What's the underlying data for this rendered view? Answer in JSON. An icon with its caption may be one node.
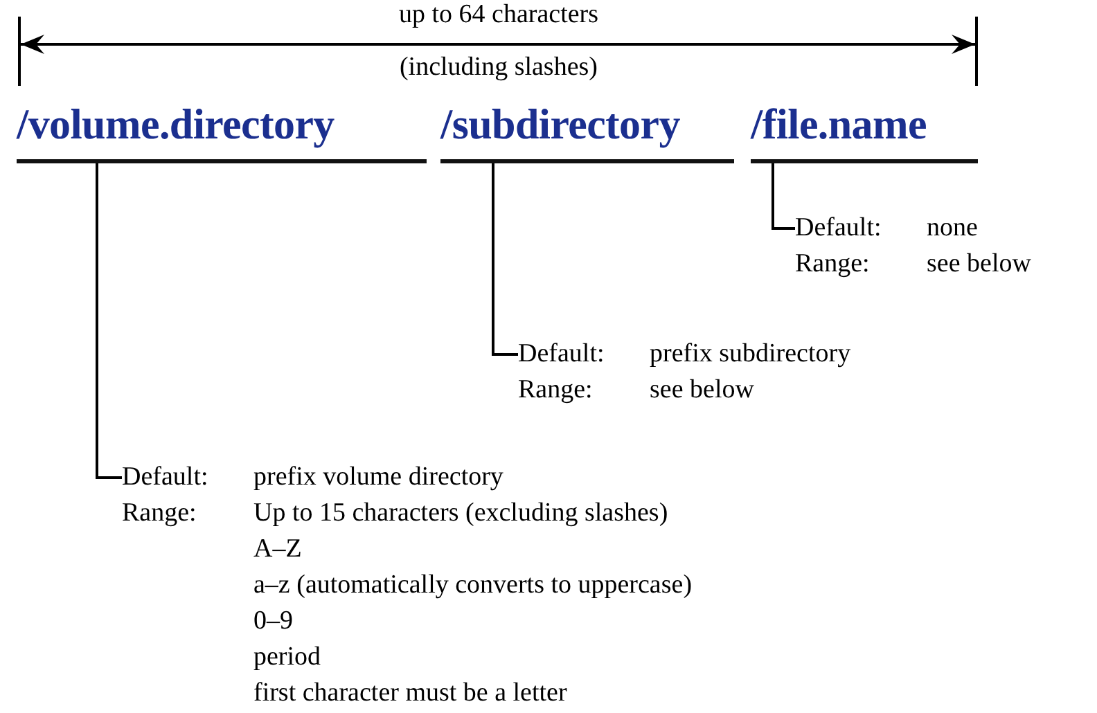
{
  "diagram": {
    "nodes": [
      {
        "text": [
          "/volume.directory"
        ]
      },
      {
        "text": [
          "/subdirectory"
        ]
      },
      {
        "text": [
          "/file.name"
        ]
      },
      {
        "text": [
          "Default:",
          "none",
          "Range:",
          "see below"
        ]
      },
      {
        "text": [
          "Default:",
          "prefix subdirectory",
          "Range:",
          "see below"
        ]
      },
      {
        "text": [
          "Default:",
          "prefix volume directory",
          "Range:",
          "Up to 15 characters (excluding slashes)",
          "A–Z",
          "a–z (automatically converts to uppercase)",
          "0–9",
          "period",
          "first character must be a letter"
        ]
      }
    ],
    "edges": [
      {
        "from": 3,
        "to": 2,
        "arrow": "none"
      },
      {
        "from": 4,
        "to": 1,
        "arrow": "none"
      },
      {
        "from": 5,
        "to": 0,
        "arrow": "none"
      }
    ],
    "labels": [
      "up to 64 characters",
      "(including slashes)"
    ]
  }
}
